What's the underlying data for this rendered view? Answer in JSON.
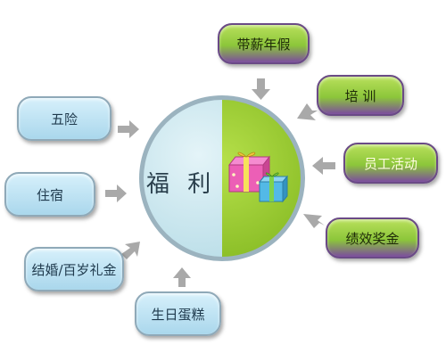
{
  "diagram": {
    "center_label": "福 利",
    "items": [
      {
        "id": "paid-leave",
        "label": "带薪年假",
        "style": "green"
      },
      {
        "id": "training",
        "label": "培 训",
        "style": "green"
      },
      {
        "id": "staff-activities",
        "label": "员工活动",
        "style": "green"
      },
      {
        "id": "performance-bonus",
        "label": "绩效奖金",
        "style": "green"
      },
      {
        "id": "five-insurances",
        "label": "五险",
        "style": "blue"
      },
      {
        "id": "accommodation",
        "label": "住宿",
        "style": "blue"
      },
      {
        "id": "wedding-gift",
        "label": "结婚/百岁礼金",
        "style": "blue"
      },
      {
        "id": "birthday-cake",
        "label": "生日蛋糕",
        "style": "blue"
      }
    ],
    "colors": {
      "circle_left": "#c9e7ef",
      "circle_right": "#9acd32",
      "arrow": "#a9a9a9"
    },
    "icon": "gift-boxes-icon"
  }
}
